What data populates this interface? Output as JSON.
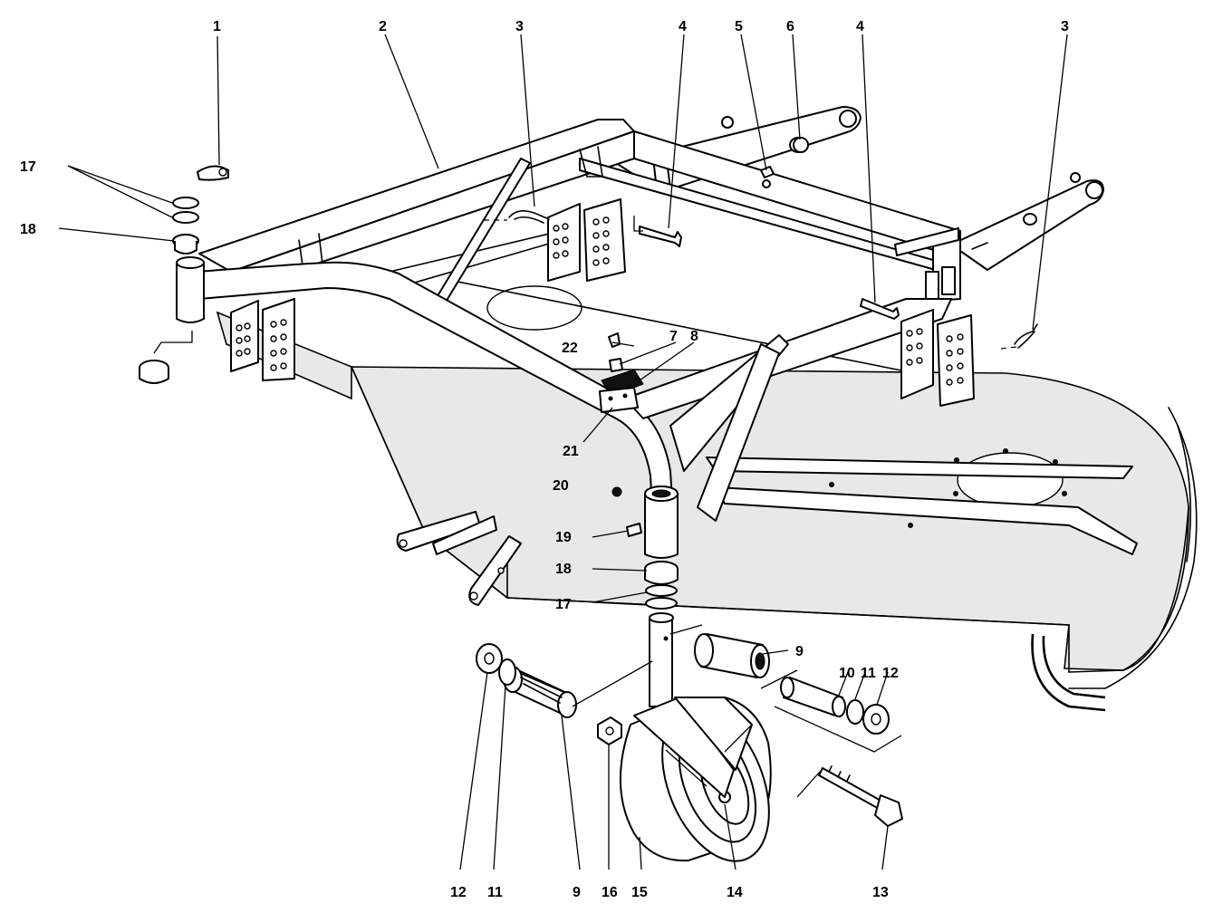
{
  "callouts": {
    "c1": "1",
    "c2": "2",
    "c3a": "3",
    "c3b": "3",
    "c4a": "4",
    "c4b": "4",
    "c5": "5",
    "c6": "6",
    "c7": "7",
    "c8": "8",
    "c9a": "9",
    "c9b": "9",
    "c10": "10",
    "c11a": "11",
    "c11b": "11",
    "c12a": "12",
    "c12b": "12",
    "c13": "13",
    "c14": "14",
    "c15": "15",
    "c16": "16",
    "c17a": "17",
    "c17b": "17",
    "c18a": "18",
    "c18b": "18",
    "c19": "19",
    "c20": "20",
    "c21": "21",
    "c22": "22"
  }
}
